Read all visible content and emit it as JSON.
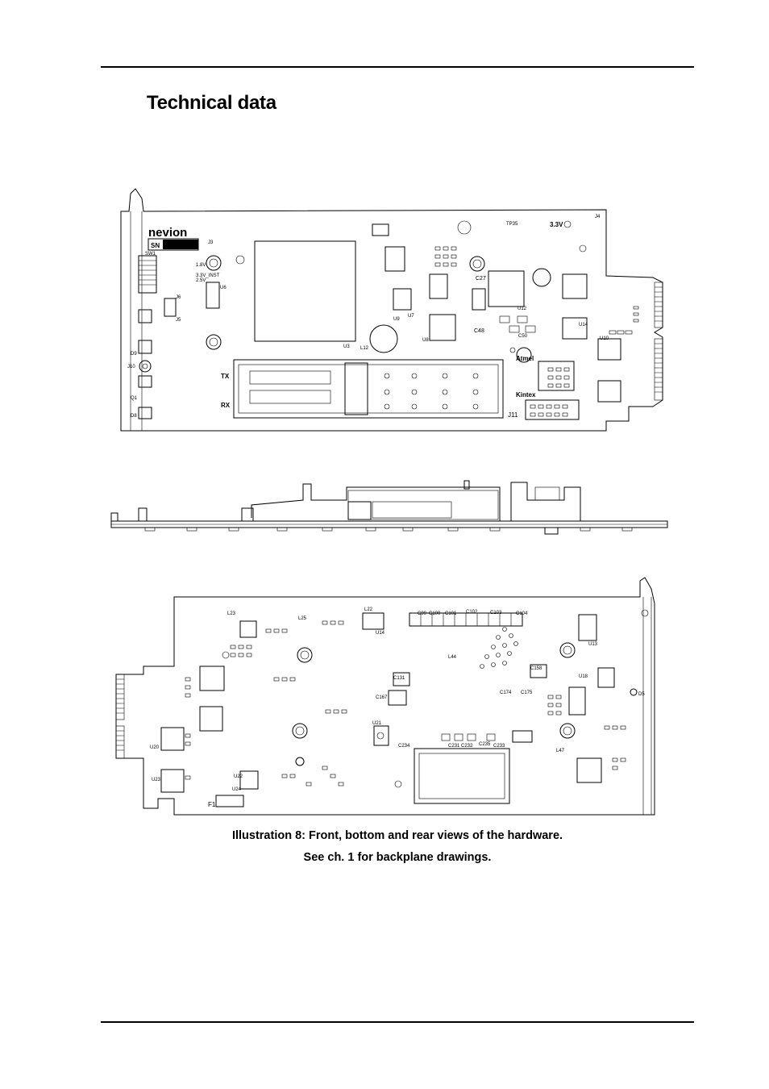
{
  "page": {
    "title": "Technical data",
    "caption_line1": "Illustration 8: Front, bottom and rear views of the hardware.",
    "caption_line2": "See ch. 1 for backplane drawings."
  },
  "front_board": {
    "logo": "nevion",
    "serial_label": "SN",
    "labels": [
      "TX",
      "RX",
      "3.3V",
      "Atmel",
      "Kintex",
      "J11",
      "J4",
      "J3",
      "U6",
      "U3",
      "U8",
      "U7",
      "U9",
      "U10",
      "U12",
      "U14",
      "C27",
      "C48",
      "C50",
      "L12",
      "J5",
      "J10",
      "Q1",
      "D9",
      "D8",
      "TP35",
      "1.8V",
      "3.3V_INST",
      "2.5V",
      "SW1",
      "J6"
    ]
  },
  "rear_board": {
    "labels": [
      "F1",
      "L23",
      "L25",
      "L22",
      "U14",
      "U13",
      "U18",
      "U21",
      "U20",
      "U22",
      "U23",
      "U24",
      "C131",
      "C167",
      "C158",
      "C174",
      "C175",
      "C231",
      "C232",
      "C233",
      "C234",
      "C235",
      "C99",
      "C100",
      "C101",
      "C102",
      "C103",
      "C104",
      "L44",
      "L47",
      "D5"
    ]
  }
}
